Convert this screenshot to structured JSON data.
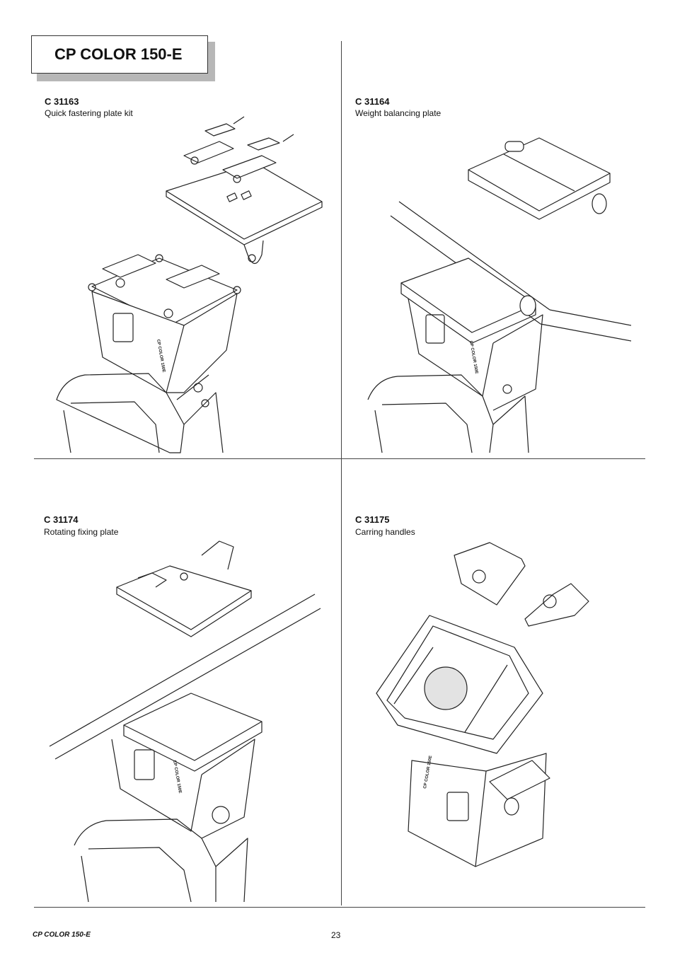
{
  "header": {
    "title": "CP COLOR 150-E"
  },
  "accessories": [
    {
      "code": "C 31163",
      "description": "Quick fastering plate kit",
      "product_label": "CP COLOR 150E"
    },
    {
      "code": "C 31164",
      "description": "Weight balancing plate",
      "product_label": "CP COLOR 150E"
    },
    {
      "code": "C 31174",
      "description": "Rotating fixing plate",
      "product_label": "CP COLOR 150E"
    },
    {
      "code": "C 31175",
      "description": "Carring handles",
      "product_label": "CP COLOR 150E"
    }
  ],
  "footer": {
    "title": "CP COLOR 150-E",
    "page_number": "23"
  }
}
